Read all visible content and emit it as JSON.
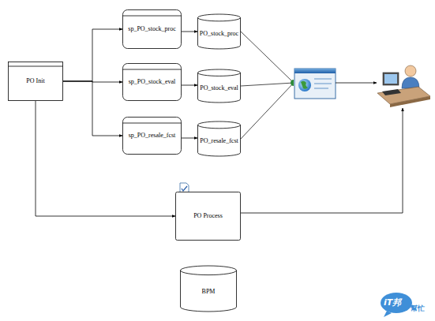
{
  "diagram": {
    "nodes": [
      {
        "text": [
          "PO Init"
        ]
      },
      {
        "text": [
          "sp_PO_stock_proc"
        ]
      },
      {
        "text": [
          "PO_stock_proc"
        ]
      },
      {
        "text": [
          "sp_PO_stock_eval"
        ]
      },
      {
        "text": [
          "PO_stock_eval"
        ]
      },
      {
        "text": [
          "sp_PO_resale_fcst"
        ]
      },
      {
        "text": [
          "PO_resale_fcst"
        ]
      },
      {
        "text": [
          "PO Process"
        ]
      },
      {
        "text": [
          "BPM"
        ]
      }
    ],
    "edges": [
      {
        "from": 0,
        "to": 1,
        "arrow": "to"
      },
      {
        "from": 0,
        "to": 3,
        "arrow": "to"
      },
      {
        "from": 0,
        "to": 5,
        "arrow": "to"
      },
      {
        "from": 1,
        "to": 2,
        "arrow": "to"
      },
      {
        "from": 3,
        "to": 4,
        "arrow": "to"
      },
      {
        "from": 5,
        "to": 6,
        "arrow": "to"
      },
      {
        "from": 0,
        "to": 7,
        "arrow": "to"
      }
    ],
    "labels": [
      "iT邦",
      "幫忙"
    ]
  }
}
